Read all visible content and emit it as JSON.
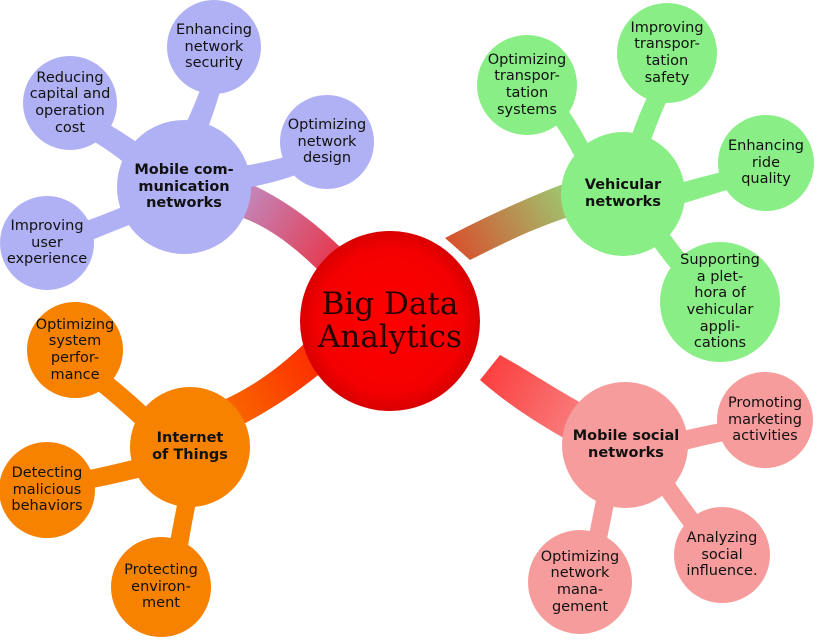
{
  "center": {
    "label": "Big Data\nAnalytics",
    "color": "#ff0000"
  },
  "branches": [
    {
      "key": "mobile-communication",
      "label": "Mobile com-\nmunication\nnetworks",
      "color": "#b0b0f4",
      "leaves": [
        "Reducing\ncapital and\noperation\ncost",
        "Enhancing\nnetwork\nsecurity",
        "Optimizing\nnetwork\ndesign",
        "Improving\nuser\nexperience"
      ]
    },
    {
      "key": "vehicular",
      "label": "Vehicular\nnetworks",
      "color": "#8aee86",
      "leaves": [
        "Optimizing\ntranspor-\ntation\nsystems",
        "Improving\ntranspor-\ntation\nsafety",
        "Enhancing\nride\nquality",
        "Supporting\na plet-\nhora of\nvehicular\nappli-\ncations"
      ]
    },
    {
      "key": "iot",
      "label": "Internet\nof Things",
      "color": "#f78200",
      "leaves": [
        "Optimizing\nsystem\nperfor-\nmance",
        "Detecting\nmalicious\nbehaviors",
        "Protecting\nenviron-\nment"
      ]
    },
    {
      "key": "mobile-social",
      "label": "Mobile social\nnetworks",
      "color": "#f79c9c",
      "leaves": [
        "Promoting\nmarketing\nactivities",
        "Analyzing\nsocial\ninfluence.",
        "Optimizing\nnetwork\nmana-\ngement"
      ]
    }
  ]
}
